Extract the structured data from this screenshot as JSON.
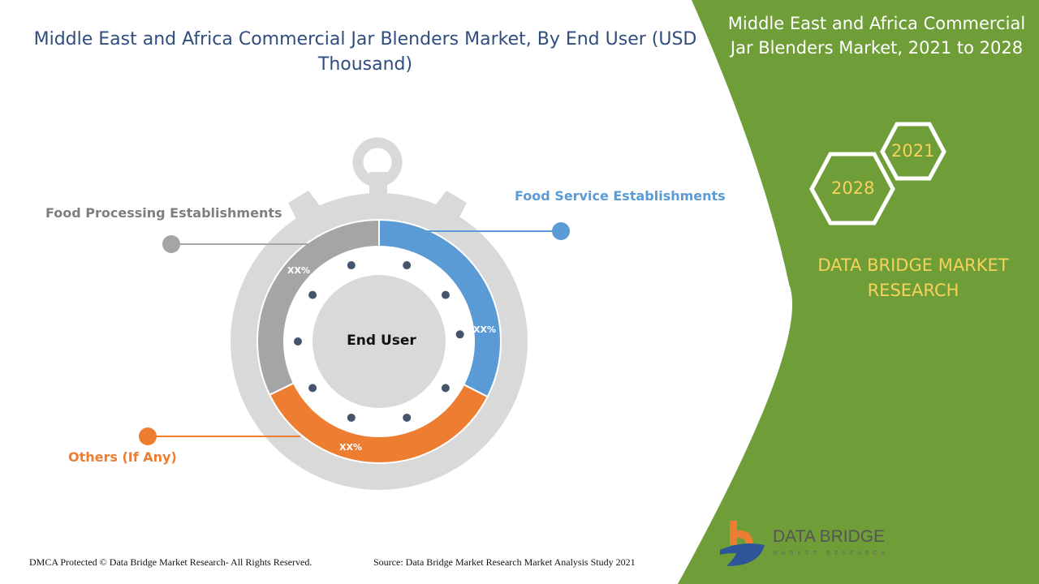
{
  "title": "Middle East and Africa Commercial Jar Blenders Market, By End User (USD Thousand)",
  "right_panel": {
    "title": "Middle East and Africa Commercial Jar Blenders Market, 2021 to 2028",
    "year_a": "2021",
    "year_b": "2028",
    "brand": "DATA BRIDGE MARKET RESEARCH"
  },
  "diagram": {
    "center_label": "End User",
    "segments": [
      {
        "label": "Food Service Establishments",
        "value": "XX%",
        "color": "#5b9bd5"
      },
      {
        "label": "Others (If Any)",
        "value": "XX%",
        "color": "#ed7d31"
      },
      {
        "label": "Food Processing Establishments",
        "value": "XX%",
        "color": "#a5a5a5"
      }
    ]
  },
  "logo": {
    "name": "DATA BRIDGE",
    "sub": "MARKET RESEARCH"
  },
  "footer": {
    "left": "DMCA Protected © Data Bridge Market Research- All Rights Reserved.",
    "right": "Source: Data Bridge Market Research Market Analysis Study 2021"
  },
  "colors": {
    "green": "#6f9e39",
    "title_blue": "#2f4d7e",
    "accent_yellow": "#f5d25a"
  }
}
